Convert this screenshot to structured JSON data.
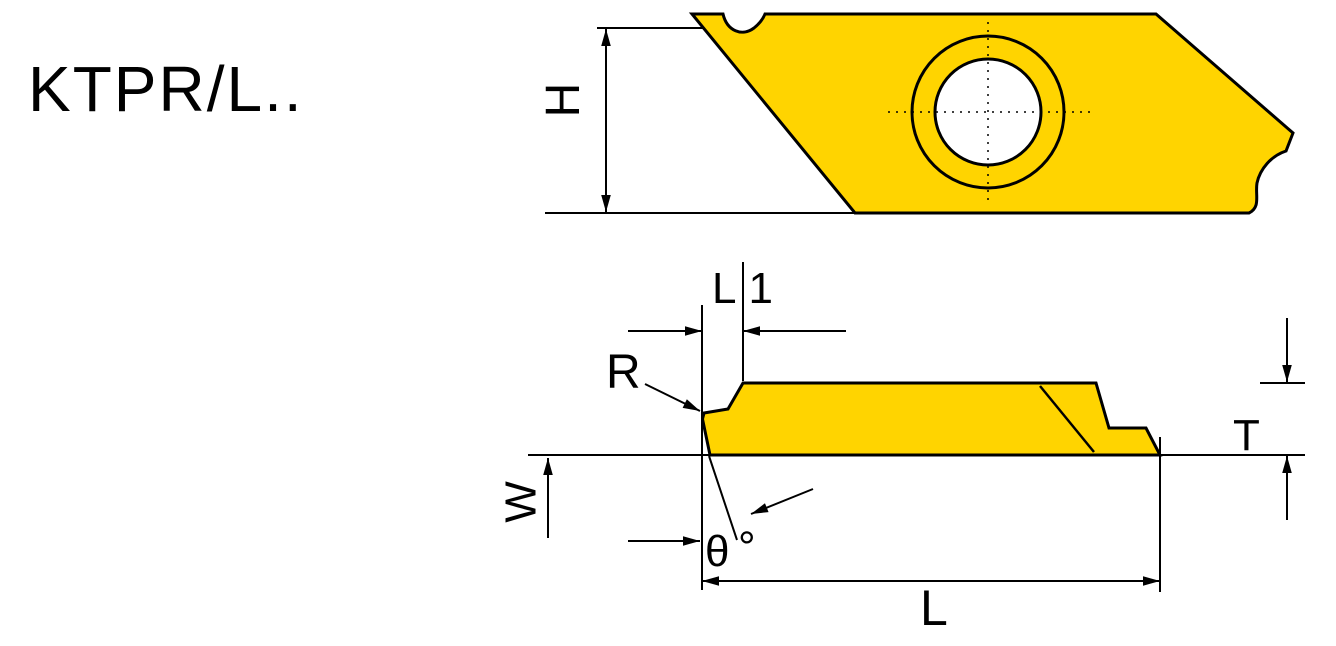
{
  "title": "KTPR/L..",
  "colors": {
    "insert_fill": "#FFD400",
    "outline": "#000000"
  },
  "labels": {
    "height": "H",
    "l1": "L1",
    "nose_radius": "R",
    "thickness": "T",
    "width": "W",
    "angle_theta": "θ",
    "degree_symbol": "°",
    "length": "L"
  }
}
